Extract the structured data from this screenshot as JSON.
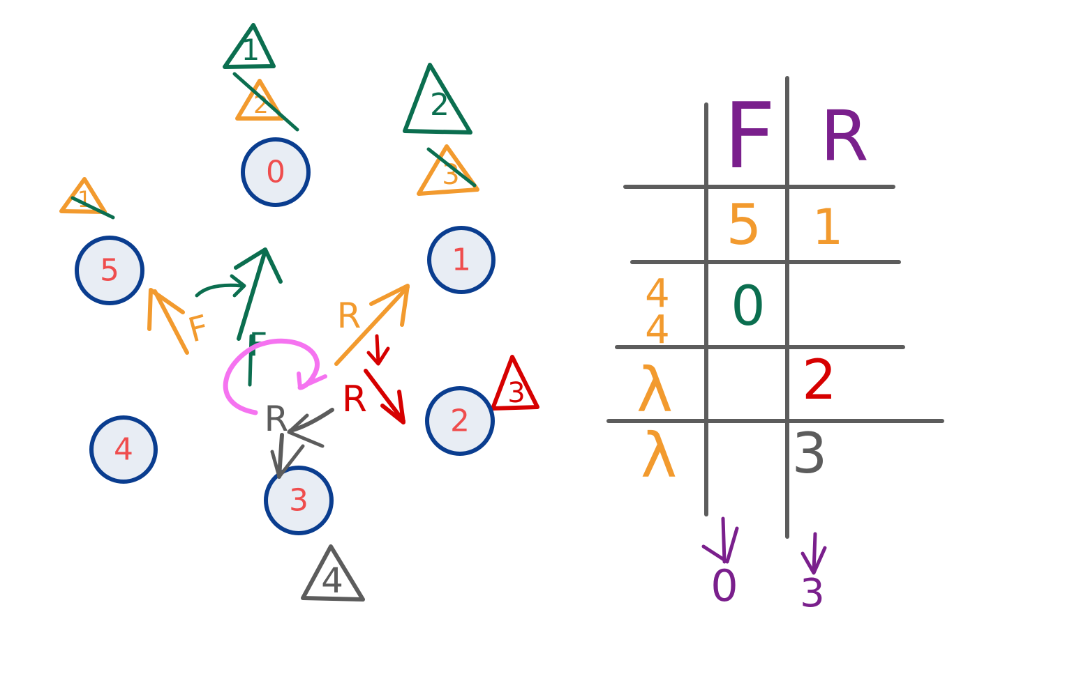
{
  "colors": {
    "node_border": "#0a3d8f",
    "node_fill": "#e8edf4",
    "node_label": "#ef4d4d",
    "green": "#0b6e4f",
    "orange": "#f29a2e",
    "red": "#d60000",
    "gray": "#5c5c5c",
    "purple": "#7a1f8c",
    "magenta": "#f573f0"
  },
  "nodes": [
    {
      "id": "node-0",
      "label": "0"
    },
    {
      "id": "node-1",
      "label": "1"
    },
    {
      "id": "node-2",
      "label": "2"
    },
    {
      "id": "node-3",
      "label": "3"
    },
    {
      "id": "node-4",
      "label": "4"
    },
    {
      "id": "node-5",
      "label": "5"
    }
  ],
  "triangles": {
    "green_1": "1",
    "orange_2": "2",
    "green_2": "2",
    "orange_3": "3",
    "orange_1": "1",
    "red_3": "3",
    "gray_4": "4"
  },
  "arrow_labels": {
    "green_f": "F",
    "orange_f": "F",
    "orange_r": "R",
    "red_r": "R",
    "gray_r": "R"
  },
  "table": {
    "header_f": "F",
    "header_r": "R",
    "row1_f": "5",
    "row1_r": "1",
    "row2_side": "4",
    "row2_f": "0",
    "row3_side": "λ",
    "row3_r": "2",
    "row4_side": "λ",
    "row4_r": "3",
    "bottom_f": "0",
    "bottom_r": "3"
  }
}
